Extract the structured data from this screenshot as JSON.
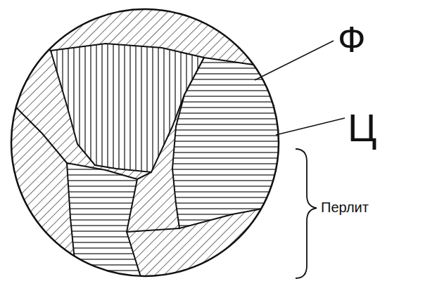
{
  "diagram": {
    "labels": [
      "Ф",
      "Ц",
      "Перлит"
    ]
  }
}
